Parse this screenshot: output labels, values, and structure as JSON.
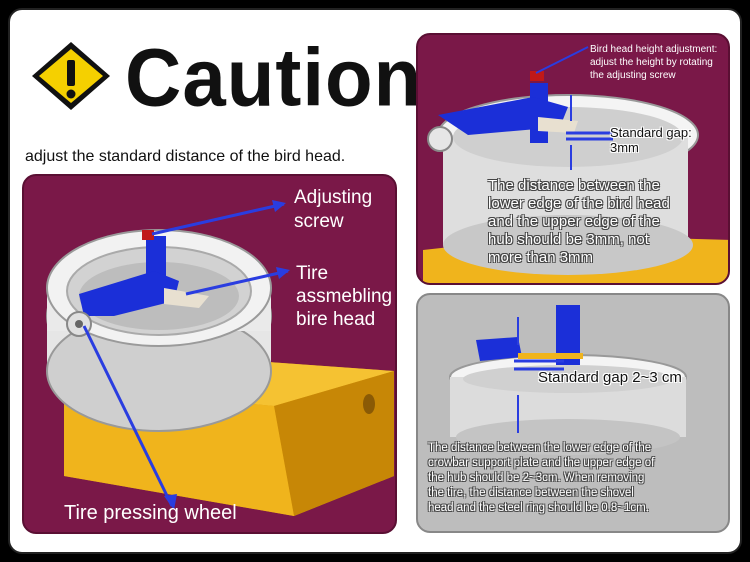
{
  "header": {
    "title": "Caution",
    "subtitle": "adjust the standard distance of the bird head.",
    "icon": "warning-icon"
  },
  "main_panel": {
    "adjusting_screw": [
      "Adjusting",
      "screw"
    ],
    "tire_head": [
      "Tire",
      "assmebling",
      "bire head"
    ],
    "pressing_wheel": "Tire pressing wheel"
  },
  "top_right_panel": {
    "note": [
      "Bird head height adjustment:",
      "adjust the height by rotating",
      "the adjusting screw"
    ],
    "gap": [
      "Standard gap:",
      "3mm"
    ],
    "desc": [
      "The distance between the",
      "lower edge of the bird head",
      "and the upper edge of the",
      "hub should be    3mm, not",
      "more than 3mm"
    ]
  },
  "bottom_right_panel": {
    "gap": "Standard gap 2~3 cm",
    "desc": [
      "The distance between the lower edge of the",
      "crowbar support plate and the upper edge of",
      "the hub should be 2~3cm. When removing",
      "the tire, the distance between the shovel",
      "head and the steel ring should be 0.8~1cm."
    ]
  },
  "colors": {
    "panel": "#7a1848",
    "warning": "#f5d000",
    "blue": "#1b2fd8",
    "base": "#f0b41c"
  }
}
